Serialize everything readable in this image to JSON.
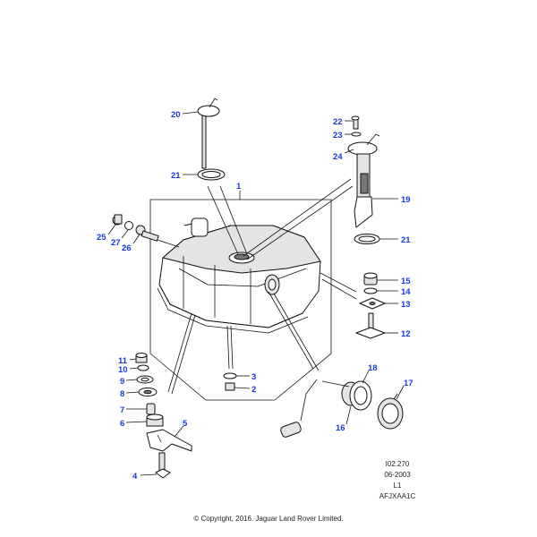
{
  "callouts": [
    {
      "id": "20",
      "label": "20"
    },
    {
      "id": "21a",
      "label": "21"
    },
    {
      "id": "1",
      "label": "1"
    },
    {
      "id": "22",
      "label": "22"
    },
    {
      "id": "23",
      "label": "23"
    },
    {
      "id": "24",
      "label": "24"
    },
    {
      "id": "19",
      "label": "19"
    },
    {
      "id": "21b",
      "label": "21"
    },
    {
      "id": "25",
      "label": "25"
    },
    {
      "id": "27",
      "label": "27"
    },
    {
      "id": "26",
      "label": "26"
    },
    {
      "id": "15",
      "label": "15"
    },
    {
      "id": "14",
      "label": "14"
    },
    {
      "id": "13",
      "label": "13"
    },
    {
      "id": "12",
      "label": "12"
    },
    {
      "id": "11",
      "label": "11"
    },
    {
      "id": "10",
      "label": "10"
    },
    {
      "id": "9",
      "label": "9"
    },
    {
      "id": "8",
      "label": "8"
    },
    {
      "id": "7",
      "label": "7"
    },
    {
      "id": "6",
      "label": "6"
    },
    {
      "id": "5",
      "label": "5"
    },
    {
      "id": "4",
      "label": "4"
    },
    {
      "id": "3",
      "label": "3"
    },
    {
      "id": "2",
      "label": "2"
    },
    {
      "id": "18",
      "label": "18"
    },
    {
      "id": "17",
      "label": "17"
    },
    {
      "id": "16",
      "label": "16"
    }
  ],
  "reference": {
    "illustration_no": "I02.270",
    "date": "06-2003",
    "level": "L1",
    "code": "AFJXAA1C"
  },
  "copyright": "© Copyright, 2016. Jaguar Land Rover Limited."
}
